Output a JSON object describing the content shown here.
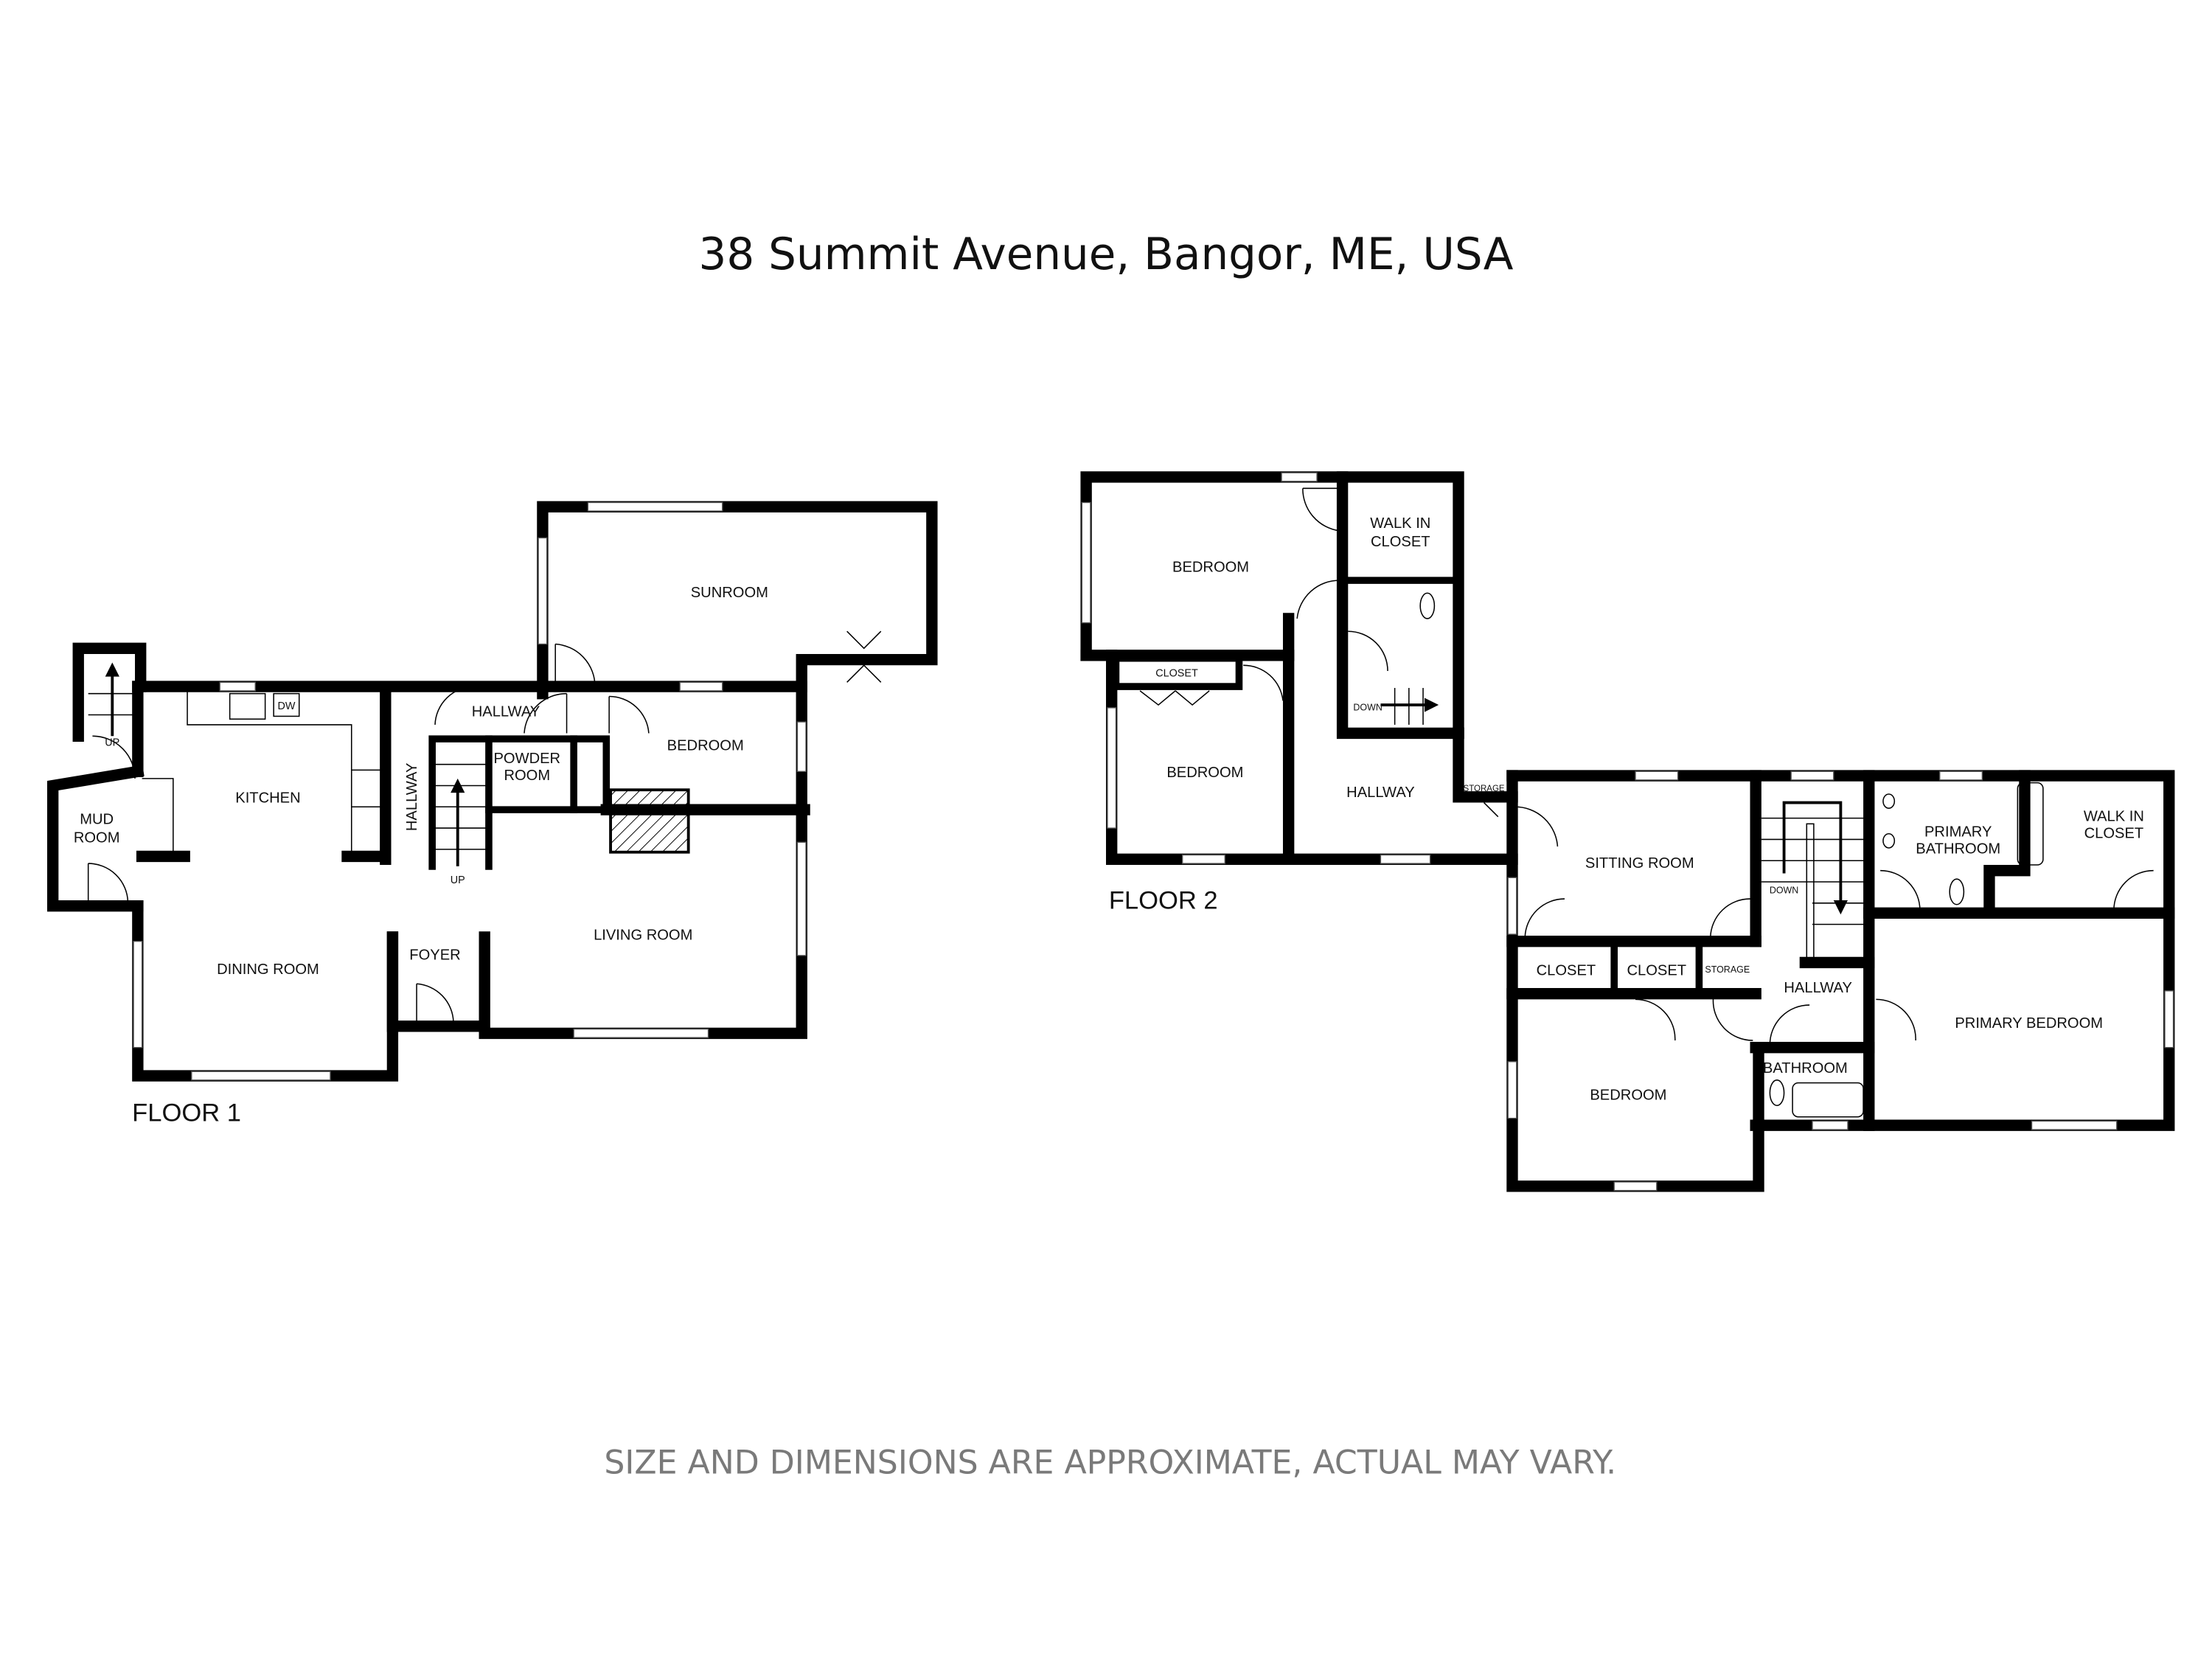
{
  "title": "38 Summit Avenue, Bangor, ME, USA",
  "disclaimer": "SIZE AND DIMENSIONS ARE APPROXIMATE, ACTUAL MAY VARY.",
  "floor1": {
    "label": "FLOOR 1",
    "rooms": {
      "sunroom": "SUNROOM",
      "hallway": "HALLWAY",
      "hallway_vertical": "HALLWAY",
      "bedroom": "BEDROOM",
      "kitchen": "KITCHEN",
      "powder_room_1": "POWDER",
      "powder_room_2": "ROOM",
      "mud_room_1": "MUD",
      "mud_room_2": "ROOM",
      "dining_room": "DINING ROOM",
      "foyer": "FOYER",
      "living_room": "LIVING ROOM"
    },
    "fixtures": {
      "dishwasher": "DW",
      "stairs_up_1": "UP",
      "stairs_up_2": "UP"
    }
  },
  "floor2": {
    "label": "FLOOR 2",
    "rooms": {
      "bedroom_top": "BEDROOM",
      "walk_in_closet_1": "WALK IN",
      "walk_in_closet_2": "CLOSET",
      "closet_top": "CLOSET",
      "bedroom_left": "BEDROOM",
      "hallway_left": "HALLWAY",
      "storage_left": "STORAGE",
      "sitting_room": "SITTING ROOM",
      "primary_bathroom_1": "PRIMARY",
      "primary_bathroom_2": "BATHROOM",
      "primary_walk_in_1": "WALK IN",
      "primary_walk_in_2": "CLOSET",
      "closet_a": "CLOSET",
      "closet_b": "CLOSET",
      "storage_right": "STORAGE",
      "hallway_right": "HALLWAY",
      "primary_bedroom": "PRIMARY BEDROOM",
      "bathroom": "BATHROOM",
      "bedroom_bottom": "BEDROOM"
    },
    "fixtures": {
      "stairs_down_1": "DOWN",
      "stairs_down_2": "DOWN"
    }
  }
}
